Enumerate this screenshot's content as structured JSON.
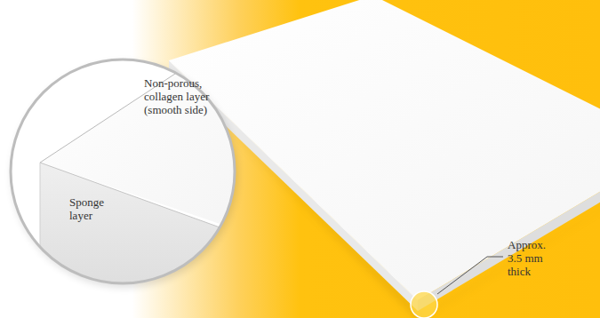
{
  "diagram": {
    "labels": [
      "Non-porous, collagen layer (smooth side)",
      "Sponge layer",
      "Approx. 3.5 mm thick"
    ]
  }
}
